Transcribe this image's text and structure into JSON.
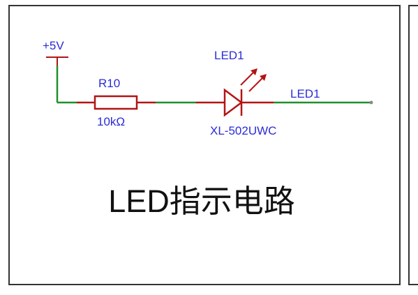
{
  "schematic": {
    "power_label": "+5V",
    "resistor": {
      "designator": "R10",
      "value": "10kΩ"
    },
    "led": {
      "designator": "LED1",
      "part_number": "XL-502UWC"
    },
    "net_label": "LED1",
    "caption": "LED指示电路"
  },
  "colors": {
    "wire": "#1f8f2b",
    "component": "#b31414",
    "label": "#2b2bd8",
    "frame": "#333333",
    "caption": "#111111",
    "background": "#ffffff"
  }
}
